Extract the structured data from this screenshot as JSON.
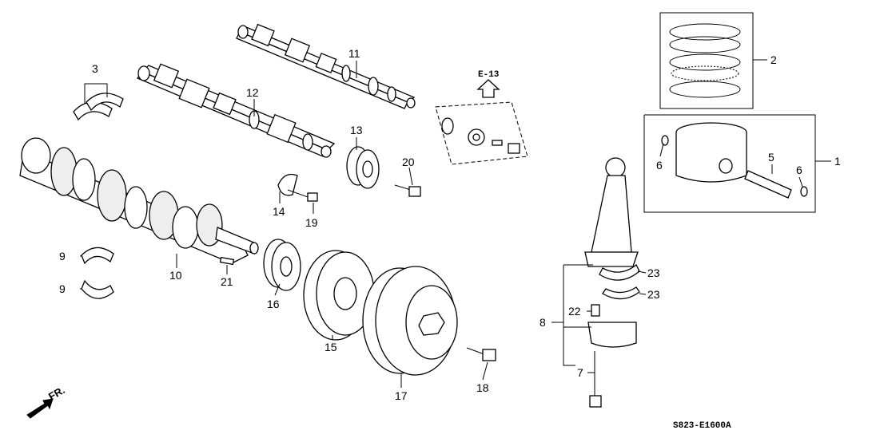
{
  "diagram": {
    "callouts": {
      "c1": "1",
      "c2": "2",
      "c3": "3",
      "c5": "5",
      "c6a": "6",
      "c6b": "6",
      "c7": "7",
      "c8": "8",
      "c9a": "9",
      "c9b": "9",
      "c10": "10",
      "c11": "11",
      "c12": "12",
      "c13": "13",
      "c14": "14",
      "c15": "15",
      "c16": "16",
      "c17": "17",
      "c18": "18",
      "c19": "19",
      "c20": "20",
      "c21": "21",
      "c22": "22",
      "c23a": "23",
      "c23b": "23"
    },
    "reference_arrow_label": "E-13",
    "front_label": "FR.",
    "diagram_code": "S823-E1600A"
  }
}
